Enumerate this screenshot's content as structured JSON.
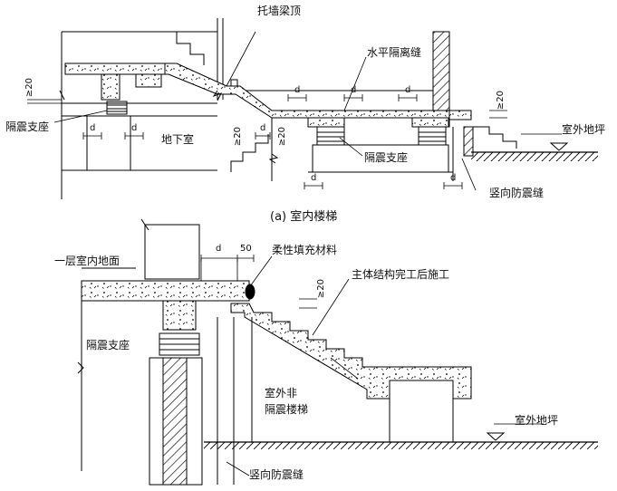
{
  "diagram": {
    "top": {
      "label_beam_top": "托墙梁顶",
      "label_horizontal_gap": "水平隔离缝",
      "label_isolator_left": "隔震支座",
      "label_basement": "地下室",
      "label_isolator_center": "隔震支座",
      "label_outdoor_ground": "室外地坪",
      "label_vertical_gap": "竖向防震缝",
      "dim_gap_left": "≥20",
      "dim_gap_stair": "≥20",
      "dim_gap_right": "≥20",
      "dim_gap_mid": "≥20",
      "dim_d": "d",
      "caption": "(a) 室内楼梯"
    },
    "bottom": {
      "label_first_floor": "一层室内地面",
      "label_flexible_fill": "柔性填充材料",
      "label_after_main": "主体结构完工后施工",
      "label_isolator": "隔震支座",
      "label_outdoor_stair_1": "室外非",
      "label_outdoor_stair_2": "隔震楼梯",
      "label_outdoor_ground": "室外地坪",
      "label_vertical_gap": "竖向防震缝",
      "dim_d": "d",
      "dim_50": "50",
      "dim_gap": "≥20"
    }
  }
}
